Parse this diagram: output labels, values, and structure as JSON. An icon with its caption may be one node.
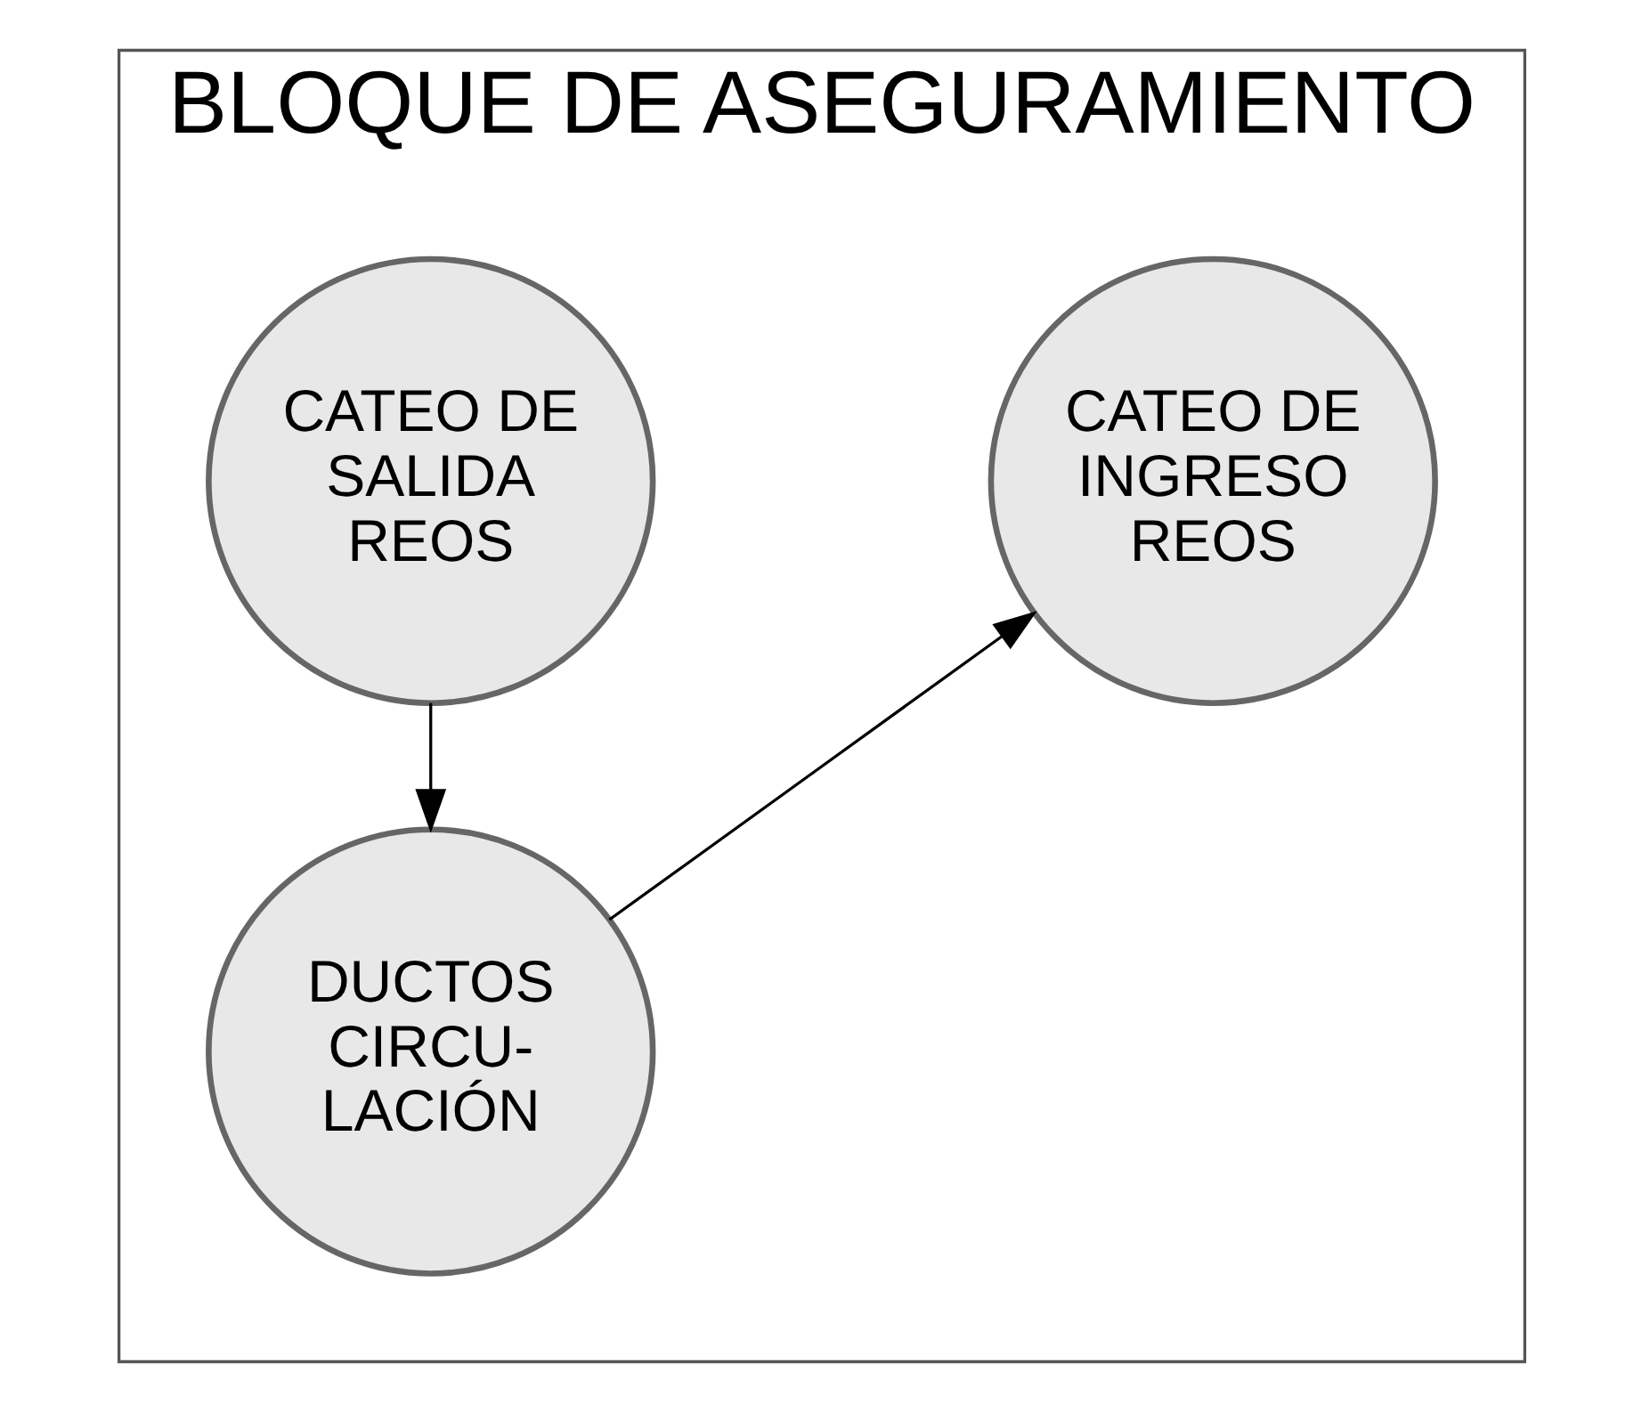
{
  "diagram": {
    "nodes": [
      {
        "text": [
          "BLOQUE DE ASEGURAMIENTO"
        ]
      },
      {
        "text": [
          "CATEO DE INGRESO REOS"
        ],
        "in": 0
      },
      {
        "text": [
          "CATEO DE SALIDA REOS"
        ],
        "in": 0
      },
      {
        "text": [
          "DUCTOS CIRCU- LACIÓN"
        ],
        "in": 0
      }
    ],
    "edges": [
      {
        "from": 3,
        "to": 1,
        "arrow": "to"
      },
      {
        "from": 2,
        "to": 3,
        "arrow": "to"
      }
    ]
  }
}
